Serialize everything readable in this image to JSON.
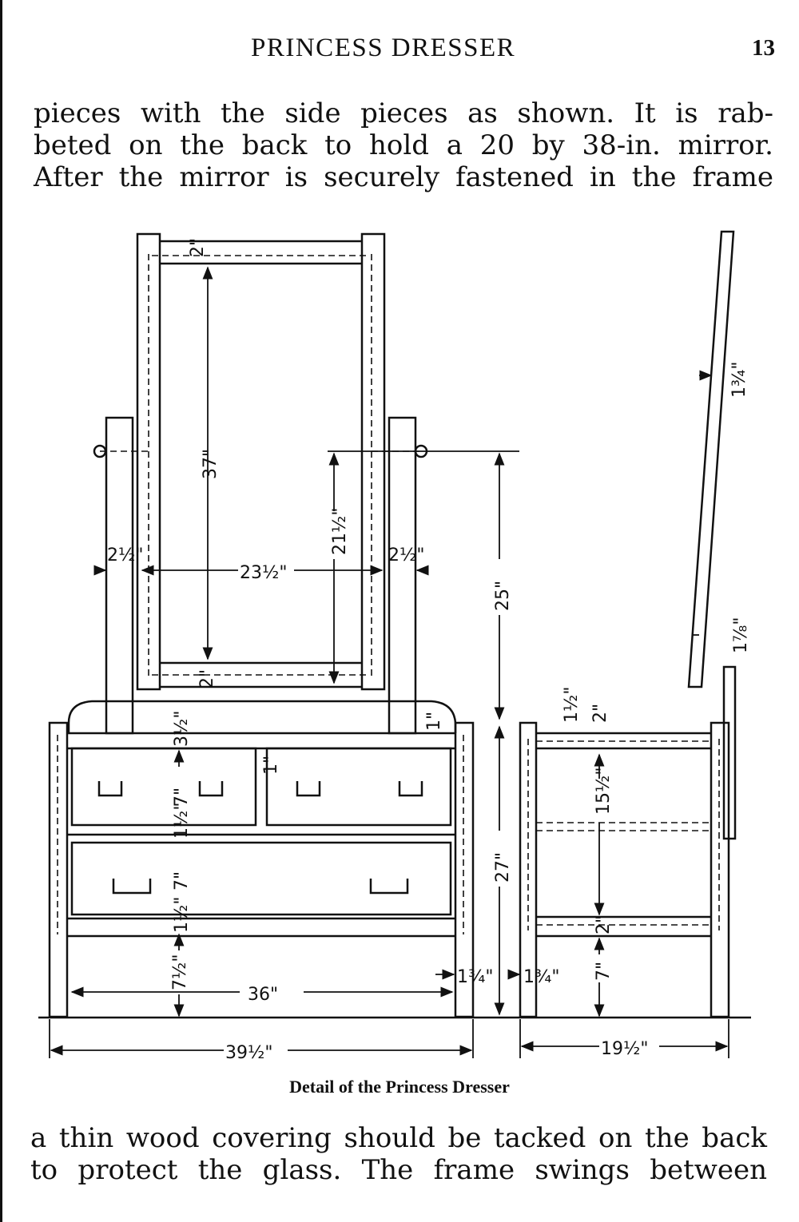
{
  "header": {
    "title": "PRINCESS DRESSER",
    "page_number": "13"
  },
  "top_paragraph": {
    "lines": [
      "pieces with the side pieces as shown. It is rab-",
      "beted on the back to hold a 20 by 38-in. mirror.",
      "After the mirror is securely fastened in the frame"
    ]
  },
  "figure": {
    "caption": "Detail of the Princess Dresser",
    "dimensions": {
      "mirror_height": "37\"",
      "mirror_width": "23½\"",
      "mirror_top_rail": "2\"",
      "mirror_bottom_rail": "2\"",
      "post_left": "2½\"",
      "post_right": "2½\"",
      "pivot_height": "21½\"",
      "standard_height": "25\"",
      "top_rail": "3½\"",
      "top_thickness": "1\"",
      "drawer_height_1": "7\"",
      "divider_1": "1\"",
      "rail_1": "1½\"",
      "drawer_height_2": "7\"",
      "rail_2": "1½\"",
      "bottom_space": "7½\"",
      "inner_width": "36\"",
      "leg_inset": "1¾\"",
      "overall_height": "27\"",
      "overall_width": "39½\"",
      "side_leg": "1¾\"",
      "side_top": "1½\"",
      "side_rail": "2\"",
      "side_upper_space": "15½\"",
      "side_lower_rail": "2\"",
      "side_bottom_space": "7\"",
      "side_depth": "19½\"",
      "mirror_thickness": "1¾\"",
      "mirror_rest": "1⅞\""
    }
  },
  "bottom_paragraph": {
    "lines": [
      "a thin wood covering should be tacked on the back",
      "to protect the glass. The frame swings between"
    ]
  }
}
